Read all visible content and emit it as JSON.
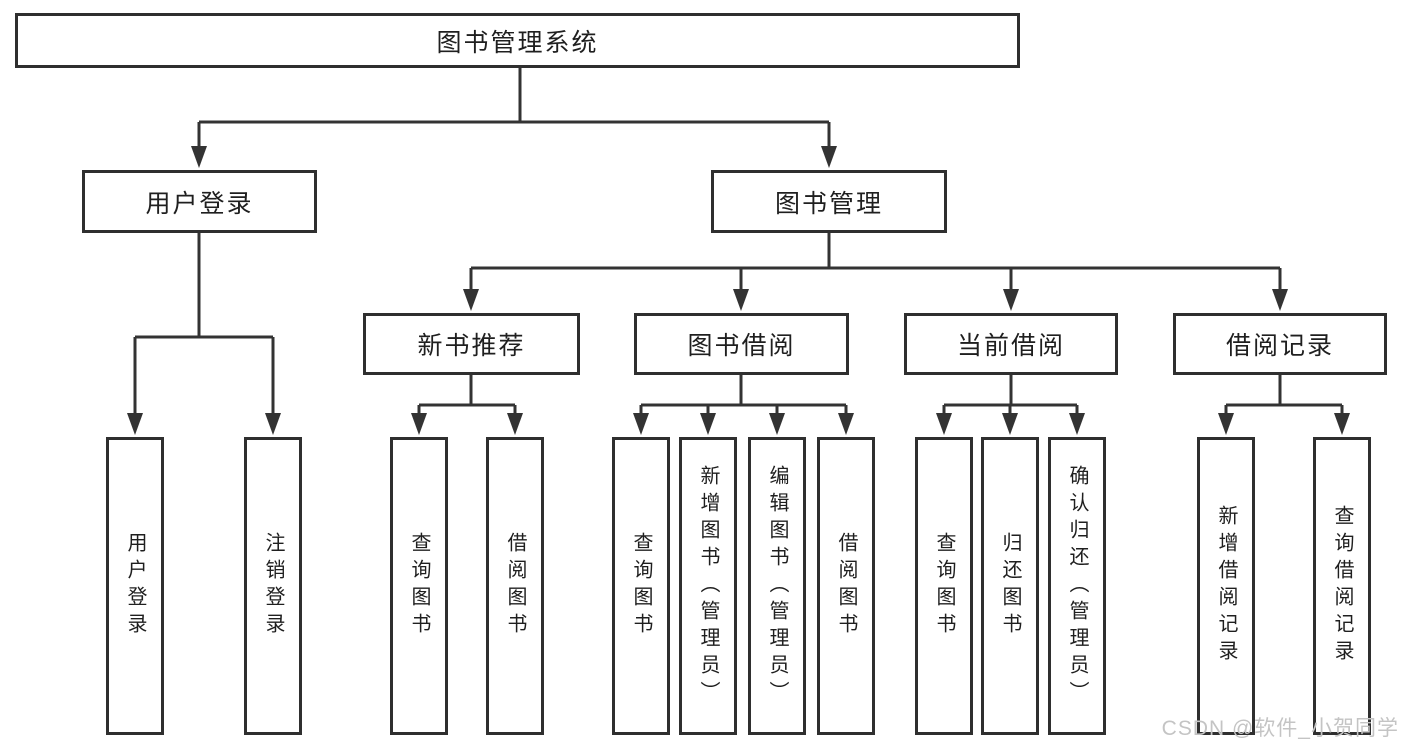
{
  "diagram": {
    "type": "tree",
    "root": {
      "label": "图书管理系统"
    },
    "branches": [
      {
        "label": "用户登录",
        "leaves": [
          "用户登录",
          "注销登录"
        ]
      },
      {
        "label": "图书管理",
        "sections": [
          {
            "label": "新书推荐",
            "leaves": [
              "查询图书",
              "借阅图书"
            ]
          },
          {
            "label": "图书借阅",
            "leaves": [
              "查询图书",
              "新增图书（管理员）",
              "编辑图书（管理员）",
              "借阅图书"
            ]
          },
          {
            "label": "当前借阅",
            "leaves": [
              "查询图书",
              "归还图书",
              "确认归还（管理员）"
            ]
          },
          {
            "label": "借阅记录",
            "leaves": [
              "新增借阅记录",
              "查询借阅记录"
            ]
          }
        ]
      }
    ]
  },
  "watermark": {
    "text": "CSDN @软件_小贺同学",
    "color": "#c4c4c4"
  },
  "colors": {
    "background": "#ffffff",
    "line": "#333333",
    "box_border": "#2f2f2f",
    "text": "#1f1f1f"
  }
}
